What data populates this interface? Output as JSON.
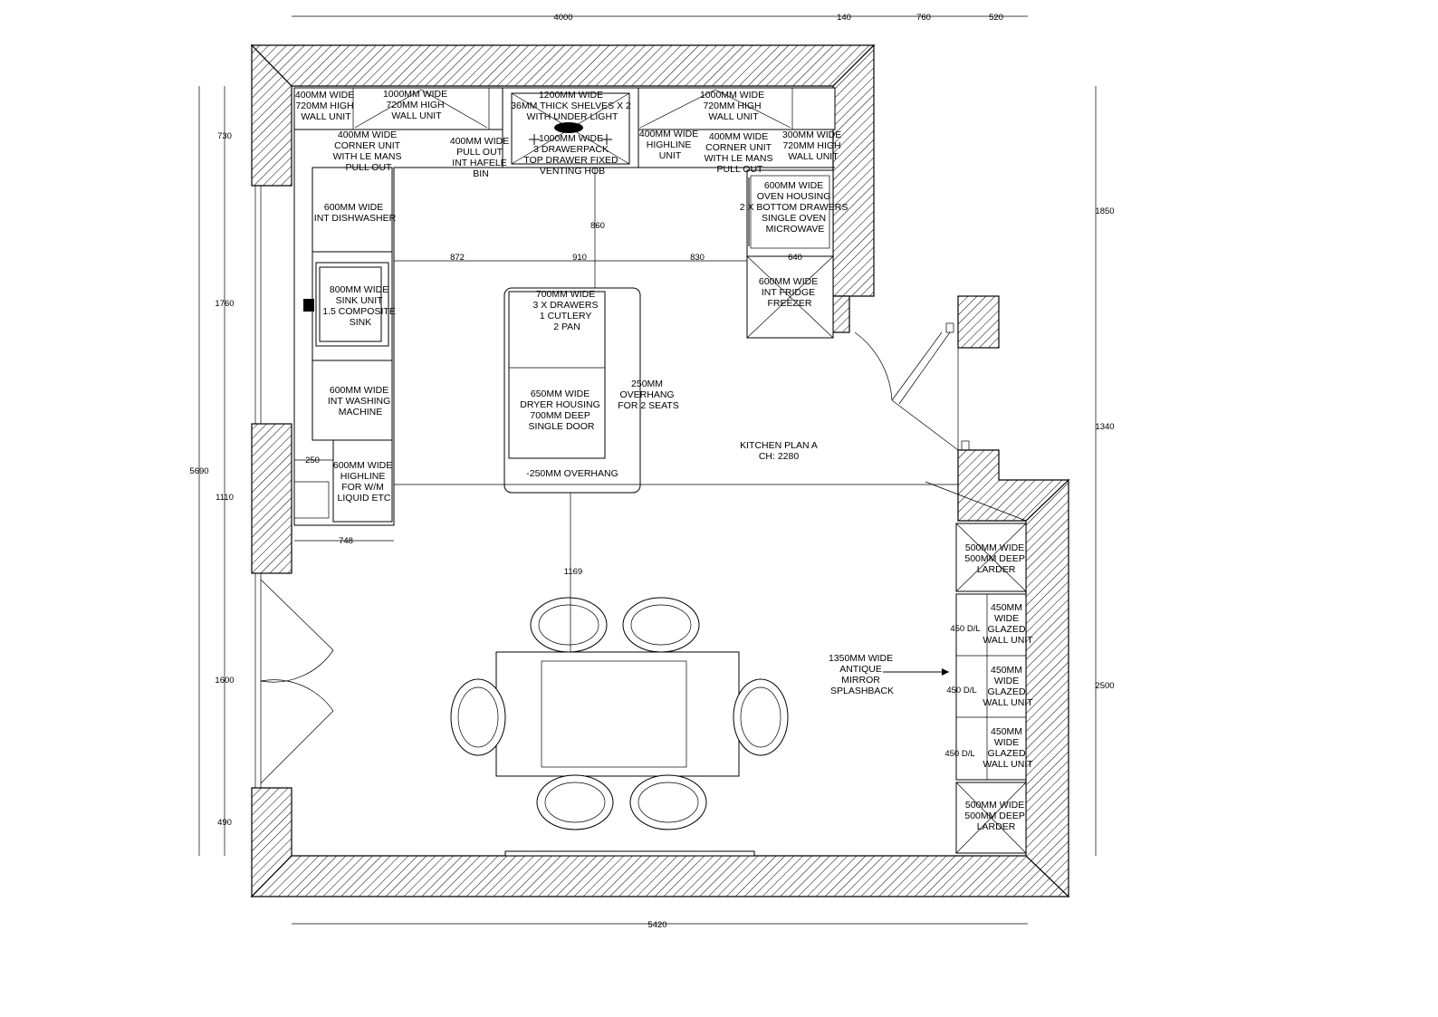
{
  "plan_title": "KITCHEN PLAN A",
  "ceiling_height": "CH: 2280",
  "dimensions_top": [
    "4000",
    "140",
    "760",
    "520"
  ],
  "dimension_bottom": "5420",
  "dimensions_left": [
    "5690",
    "730",
    "1760",
    "1110",
    "1600",
    "490"
  ],
  "dimensions_right": [
    "1850",
    "1340",
    "2500"
  ],
  "dimensions_internal": [
    "872",
    "910",
    "830",
    "640",
    "860",
    "1169",
    "250",
    "748"
  ],
  "labels": {
    "wall_unit_400": [
      "400MM WIDE",
      "720MM HIGH",
      "WALL UNIT"
    ],
    "wall_unit_1000_left": [
      "1000MM WIDE",
      "720MM HIGH",
      "WALL UNIT"
    ],
    "shelves": [
      "1200MM WIDE",
      "36MM THICK SHELVES X 2",
      "WITH UNDER LIGHT"
    ],
    "wall_unit_1000_right": [
      "1000MM WIDE",
      "720MM HIGH",
      "WALL UNIT"
    ],
    "corner_left": [
      "400MM WIDE",
      "CORNER UNIT",
      "WITH LE MANS",
      "PULL OUT"
    ],
    "pull_out_bin": [
      "400MM WIDE",
      "PULL OUT",
      "INT HAFELE",
      "BIN"
    ],
    "drawerpack": [
      "1000MM WIDE",
      "3 DRAWERPACK",
      "TOP DRAWER FIXED",
      "VENTING HOB"
    ],
    "highline_unit": [
      "400MM WIDE",
      "HIGHLINE",
      "UNIT"
    ],
    "corner_right": [
      "400MM WIDE",
      "CORNER UNIT",
      "WITH LE MANS",
      "PULL OUT"
    ],
    "wall_unit_300": [
      "300MM WIDE",
      "720MM HIGH",
      "WALL UNIT"
    ],
    "oven_housing": [
      "600MM WIDE",
      "OVEN HOUSING",
      "2 X BOTTOM DRAWERS",
      "SINGLE OVEN",
      "MICROWAVE"
    ],
    "dishwasher": [
      "600MM WIDE",
      "INT DISHWASHER"
    ],
    "sink_unit": [
      "800MM WIDE",
      "SINK UNIT",
      "1.5 COMPOSITE",
      "SINK"
    ],
    "washing_machine": [
      "600MM WIDE",
      "INT WASHING",
      "MACHINE"
    ],
    "highline_wm": [
      "600MM WIDE",
      "HIGHLINE",
      "FOR W/M",
      "LIQUID ETC"
    ],
    "fridge_freezer": [
      "600MM WIDE",
      "INT FRIDGE",
      "FREEZER"
    ],
    "island_drawers": [
      "700MM WIDE",
      "3 X DRAWERS",
      "1 CUTLERY",
      "2 PAN"
    ],
    "dryer_housing": [
      "650MM WIDE",
      "DRYER HOUSING",
      "700MM DEEP",
      "SINGLE DOOR"
    ],
    "overhang_seats": [
      "250MM",
      "OVERHANG",
      "FOR 2 SEATS"
    ],
    "overhang_neg": "-250MM OVERHANG",
    "larder_top": [
      "500MM WIDE",
      "500MM DEEP",
      "LARDER"
    ],
    "glazed_1": [
      "450MM",
      "WIDE",
      "GLAZED",
      "WALL UNIT"
    ],
    "glazed_2": [
      "450MM",
      "WIDE",
      "GLAZED",
      "WALL UNIT"
    ],
    "glazed_3": [
      "450MM",
      "WIDE",
      "GLAZED",
      "WALL UNIT"
    ],
    "dl_1": "450 D/L",
    "dl_2": "450 D/L",
    "dl_3": "450 D/L",
    "larder_bottom": [
      "500MM WIDE",
      "500MM DEEP",
      "LARDER"
    ],
    "mirror": [
      "1350MM WIDE",
      "ANTIQUE",
      "MIRROR",
      "SPLASHBACK"
    ]
  }
}
